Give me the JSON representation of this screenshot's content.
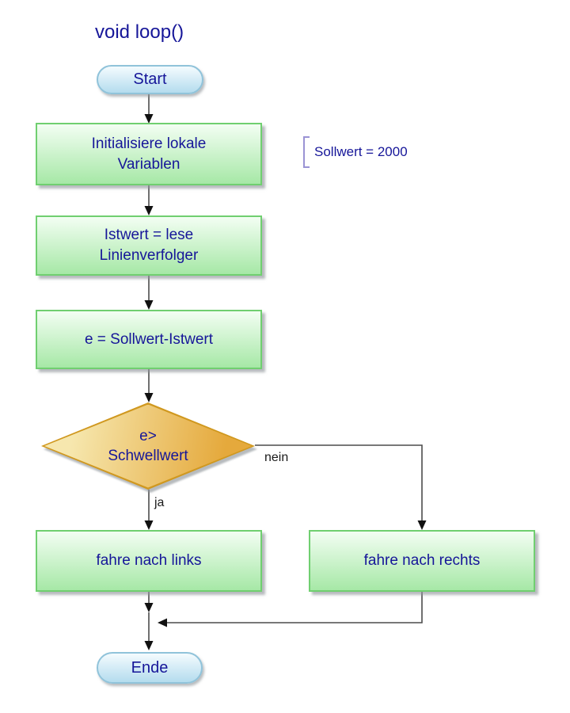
{
  "diagram": {
    "title": "void loop()",
    "nodes": {
      "start": {
        "label": "Start"
      },
      "init": {
        "lines": [
          "Initialisiere lokale",
          "Variablen"
        ]
      },
      "read": {
        "lines": [
          "Istwert = lese",
          "Linienverfolger"
        ]
      },
      "calc": {
        "lines": [
          "e = Sollwert-Istwert"
        ]
      },
      "decision": {
        "lines": [
          "e>",
          "Schwellwert"
        ]
      },
      "drive_left": {
        "lines": [
          "fahre nach links"
        ]
      },
      "drive_right": {
        "lines": [
          "fahre nach rechts"
        ]
      },
      "end": {
        "label": "Ende"
      }
    },
    "edge_labels": {
      "yes": "ja",
      "no": "nein"
    },
    "annotation": {
      "text": "Sollwert = 2000"
    }
  },
  "colors": {
    "page-bg": "#ffffff",
    "text": "#161699",
    "label-text": "#1a1a1a",
    "process-border": "#70cf70",
    "process-fill-top": "#f3fef3",
    "process-fill-bottom": "#a6e8a6",
    "terminator-border": "#90c3da",
    "terminator-fill-top": "#f4fbfe",
    "terminator-fill-bottom": "#b4dcee",
    "decision-border": "#d0981f",
    "decision-fill-light": "#f6e7ae",
    "decision-fill-dark": "#e5a93c",
    "connector": "#4c4c4c",
    "arrowhead": "#111111",
    "bracket": "#9a93d4",
    "shadow": "rgba(145,150,155,0.65)"
  }
}
